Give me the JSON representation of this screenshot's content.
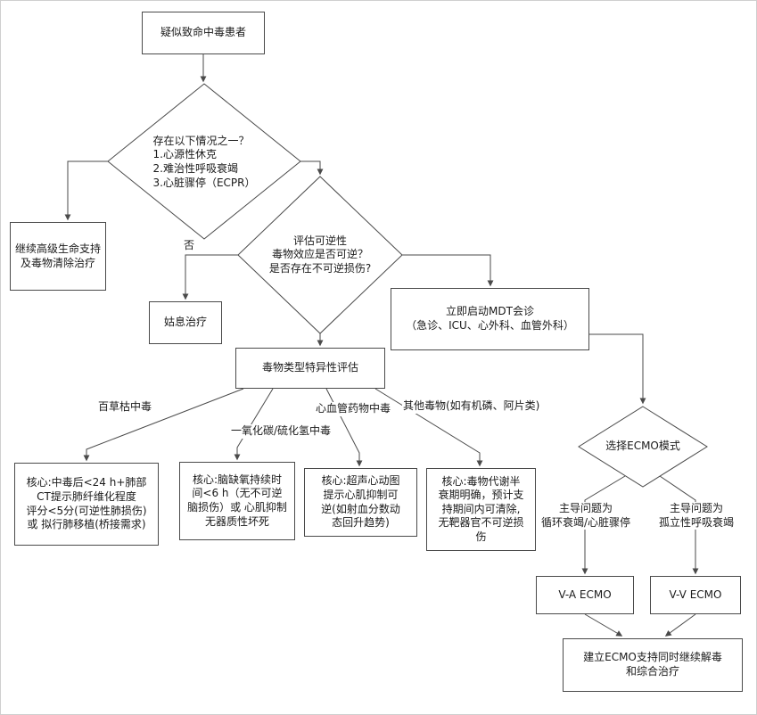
{
  "colors": {
    "line": "#4a4a4a",
    "background": "#ffffff",
    "text": "#1a1a1a"
  },
  "nodes": {
    "start": {
      "text": "疑似致命中毒患者"
    },
    "decision_initial": {
      "text": "存在以下情况之一？\n1.心源性休克\n2.难治性呼吸衰竭\n3.心脏骤停（ECPR）"
    },
    "continue_support": {
      "text": "继续高级生命支持\n及毒物清除治疗"
    },
    "decision_reversibility": {
      "text": "评估可逆性\n毒物效应是否可逆？\n是否存在不可逆损伤?"
    },
    "palliative": {
      "text": "姑息治疗"
    },
    "mdt": {
      "text": "立即启动MDT会诊\n（急诊、ICU、心外科、血管外科）"
    },
    "toxin_eval": {
      "text": "毒物类型特异性评估"
    },
    "core_paraquat": {
      "text": "核心:中毒后<24 h+肺部\nCT提示肺纤维化程度\n评分<5分(可逆性肺损伤)\n或 拟行肺移植(桥接需求)"
    },
    "core_co_h2s": {
      "text": "核心:脑缺氧持续时\n间<6 h（无不可逆\n脑损伤）或 心肌抑制\n无器质性坏死"
    },
    "core_cardio": {
      "text": "核心:超声心动图\n提示心肌抑制可\n逆(如射血分数动\n态回升趋势)"
    },
    "core_other": {
      "text": "核心:毒物代谢半\n衰期明确，预计支\n持期间内可清除,\n无靶器官不可逆损\n伤"
    },
    "decision_mode": {
      "text": "选择ECMO模式"
    },
    "va_ecmo": {
      "text": "V-A ECMO"
    },
    "vv_ecmo": {
      "text": "V-V ECMO"
    },
    "final": {
      "text": "建立ECMO支持同时继续解毒\n和综合治疗"
    }
  },
  "edge_labels": {
    "no": "否",
    "paraquat": "百草枯中毒",
    "co_h2s": "一氧化碳/硫化氢中毒",
    "cardiovascular": "心血管药物中毒",
    "other_toxins": "其他毒物(如有机磷、阿片类)",
    "circulatory": "主导问题为\n循环衰竭/心脏骤停",
    "respiratory": "主导问题为\n孤立性呼吸衰竭"
  }
}
